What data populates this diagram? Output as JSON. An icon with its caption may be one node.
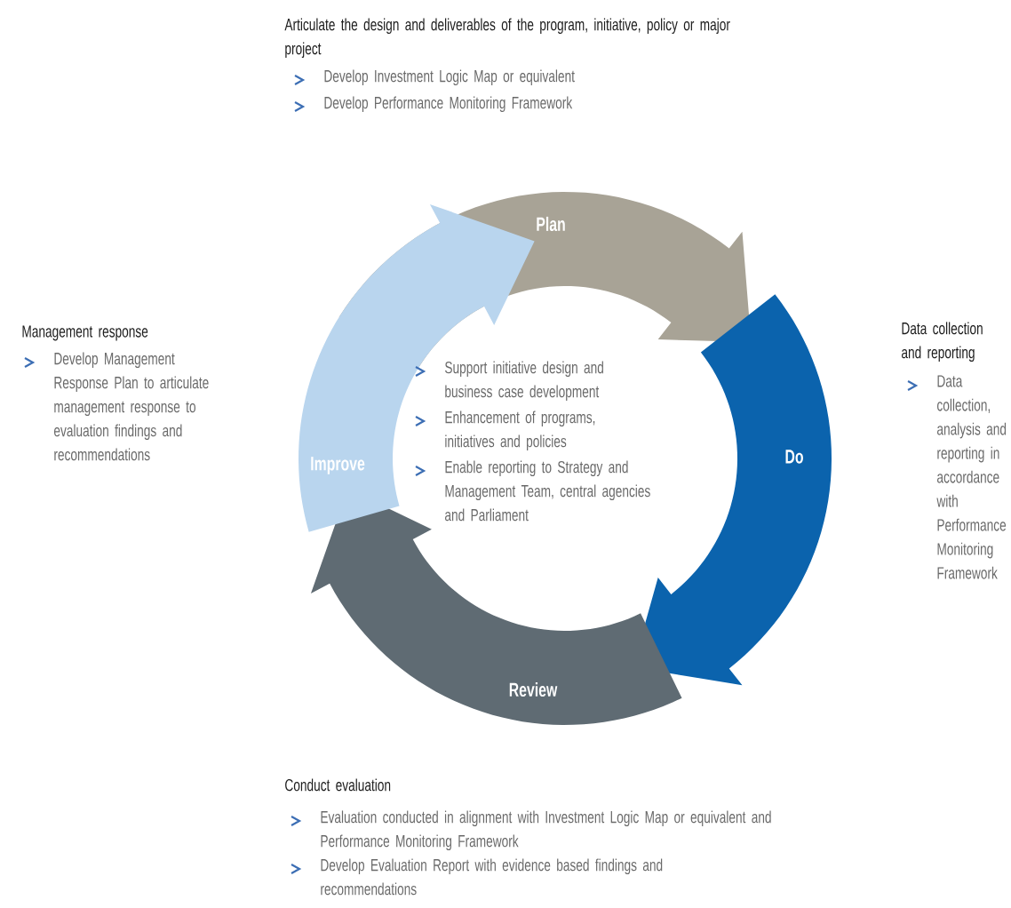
{
  "diagram": {
    "nodes": [
      {
        "text": [
          "Plan"
        ]
      },
      {
        "text": [
          "Do"
        ]
      },
      {
        "text": [
          "Review"
        ]
      },
      {
        "text": [
          "Improve"
        ]
      }
    ],
    "labels": [
      "Articulate the design and deliverables of the program, initiative, policy or major project",
      "Develop Investment Logic Map or equivalent",
      "Develop Performance Monitoring Framework",
      "Management response",
      "Develop Management Response Plan to articulate management response to evaluation findings and recommendations",
      "Support initiative design and business case development",
      "Enhancement of programs, initiatives and policies",
      "Enable reporting to Strategy and Management Team, central agencies and Parliament",
      "Data collection and reporting",
      "Data collection, analysis and reporting in accordance with Performance Monitoring Framework",
      "Conduct evaluation",
      "Evaluation conducted in alignment with Investment Logic Map or equivalent and Performance Monitoring Framework",
      "Develop Evaluation Report with evidence based findings and recommendations"
    ]
  }
}
